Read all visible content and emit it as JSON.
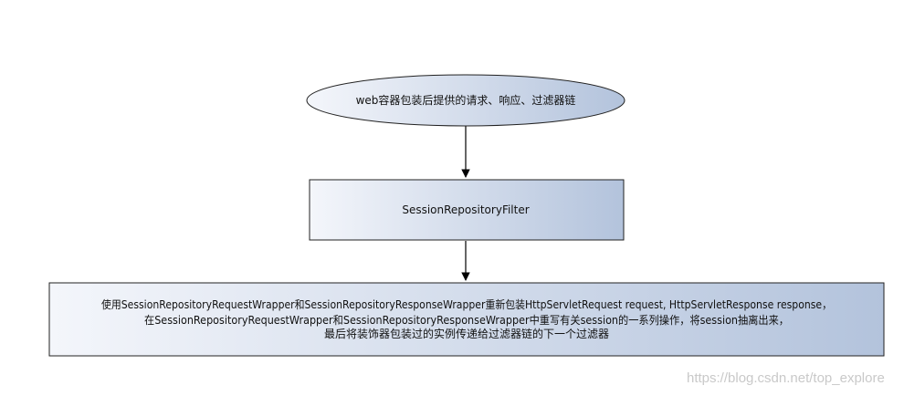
{
  "diagram": {
    "nodes": {
      "chain": {
        "label": "web容器包装后提供的请求、响应、过滤器链"
      },
      "filter": {
        "label": "SessionRepositoryFilter"
      },
      "wrapper": {
        "lines": [
          "使用SessionRepositoryRequestWrapper和SessionRepositoryResponseWrapper重新包装HttpServletRequest request, HttpServletResponse response，",
          "在SessionRepositoryRequestWrapper和SessionRepositoryResponseWrapper中重写有关session的一系列操作，将session抽离出来，",
          "最后将装饰器包装过的实例传递给过滤器链的下一个过滤器"
        ]
      }
    },
    "colors": {
      "gradient_start": "#f4f6fb",
      "gradient_end": "#b3c3dc",
      "stroke": "#222222"
    }
  },
  "watermark": {
    "text": "https://blog.csdn.net/top_explore"
  }
}
